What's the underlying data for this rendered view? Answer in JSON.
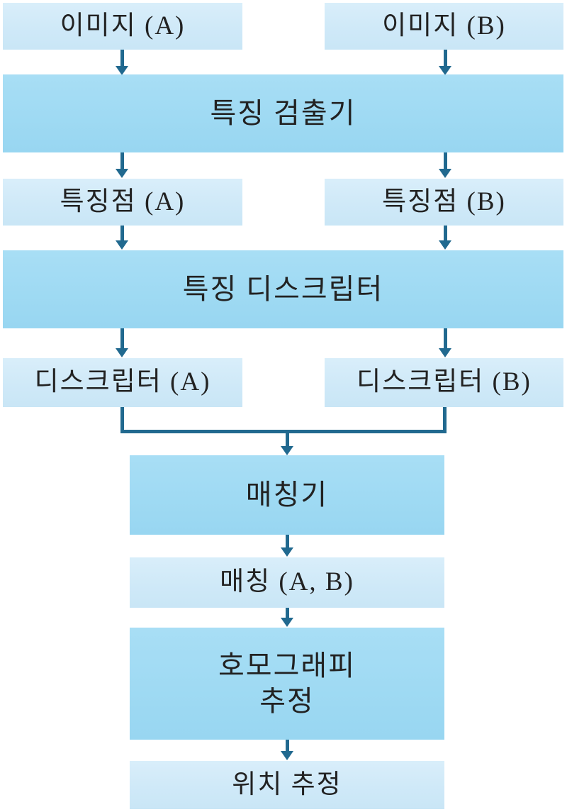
{
  "diagram": {
    "language": "ko",
    "type": "flowchart",
    "nodes": {
      "image_a": "이미지 (A)",
      "image_b": "이미지 (B)",
      "feature_detector": "특징 검출기",
      "keypoints_a": "특징점 (A)",
      "keypoints_b": "특징점 (B)",
      "feature_descriptor": "특징 디스크립터",
      "descriptor_a": "디스크립터 (A)",
      "descriptor_b": "디스크립터 (B)",
      "matcher": "매칭기",
      "matches": "매칭 (A, B)",
      "homography": "호모그래피\n추정",
      "location": "위치 추정"
    },
    "edges": [
      "image_a -> feature_detector",
      "image_b -> feature_detector",
      "feature_detector -> keypoints_a",
      "feature_detector -> keypoints_b",
      "keypoints_a -> feature_descriptor",
      "keypoints_b -> feature_descriptor",
      "feature_descriptor -> descriptor_a",
      "feature_descriptor -> descriptor_b",
      "descriptor_a -> matcher",
      "descriptor_b -> matcher",
      "matcher -> matches",
      "matches -> homography",
      "homography -> location"
    ]
  },
  "colors": {
    "light_box": "#cfe9f8",
    "dark_box": "#9fdaf3",
    "arrow": "#21698f",
    "text": "#222222",
    "page_bg": "#ffffff"
  }
}
